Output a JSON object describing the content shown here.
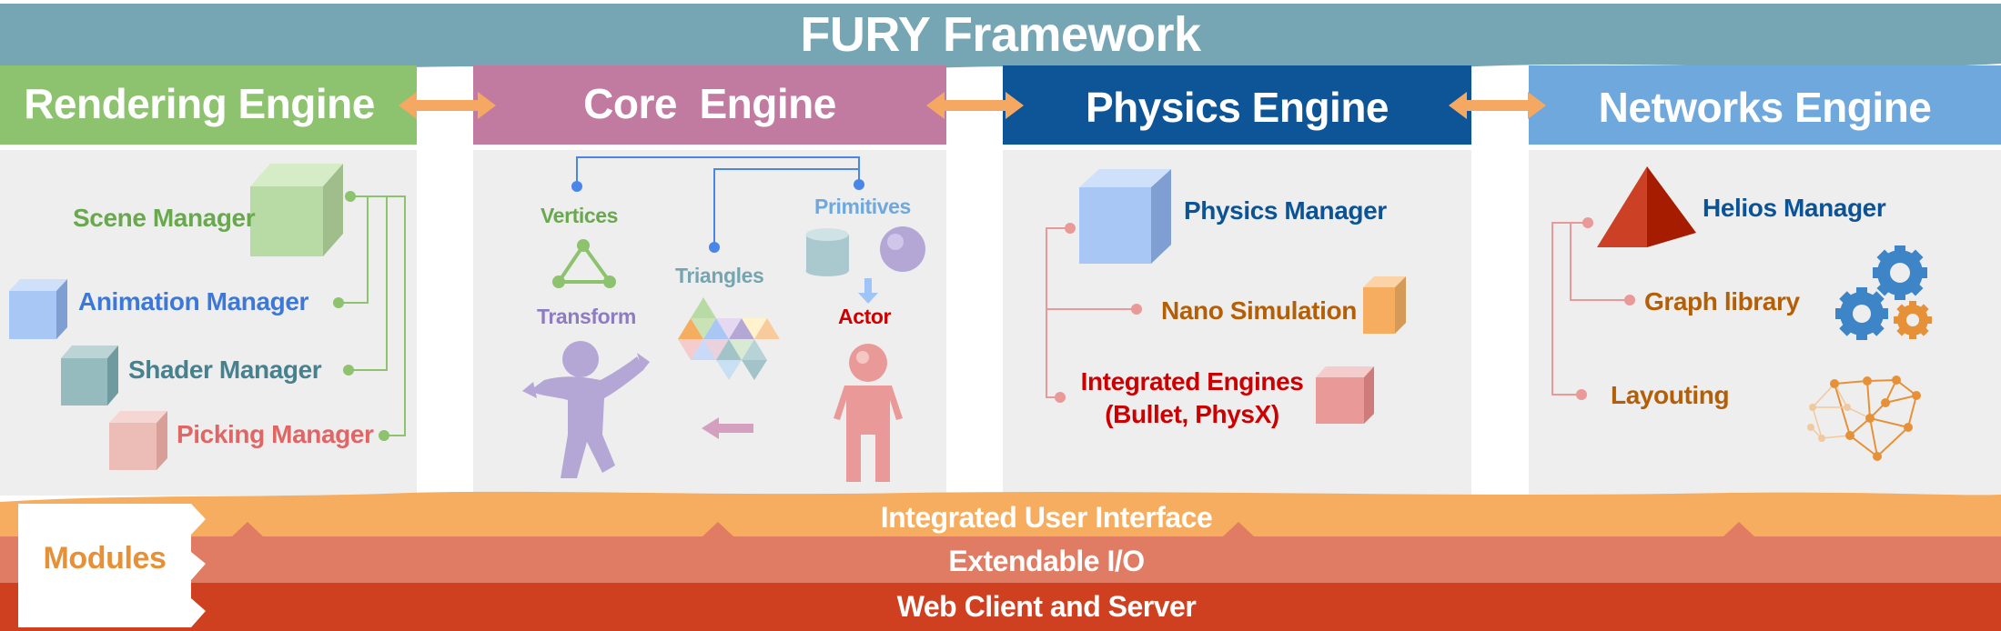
{
  "title": "FURY Framework",
  "engines": [
    {
      "name": "Rendering Engine",
      "color": "#8dc26e"
    },
    {
      "name": "Core  Engine",
      "color": "#c27ba0"
    },
    {
      "name": "Physics Engine",
      "color": "#0e5597"
    },
    {
      "name": "Networks Engine",
      "color": "#6ea8dc"
    }
  ],
  "rendering": {
    "scene_manager": "Scene Manager",
    "animation_manager": "Animation Manager",
    "shader_manager": "Shader Manager",
    "picking_manager": "Picking Manager"
  },
  "core": {
    "vertices": "Vertices",
    "triangles": "Triangles",
    "primitives": "Primitives",
    "transform": "Transform",
    "actor": "Actor"
  },
  "physics": {
    "physics_manager": "Physics Manager",
    "nano_simulation": "Nano Simulation",
    "integrated_engines_line1": "Integrated Engines",
    "integrated_engines_line2": "(Bullet, PhysX)"
  },
  "networks": {
    "helios_manager": "Helios Manager",
    "graph_library": "Graph library",
    "layouting": "Layouting"
  },
  "modules": {
    "label": "Modules",
    "bands": [
      {
        "name": "Integrated User Interface",
        "color": "#f6ad5f"
      },
      {
        "name": "Extendable I/O",
        "color": "#e07b64"
      },
      {
        "name": "Web Client and Server",
        "color": "#cf4020"
      }
    ]
  }
}
